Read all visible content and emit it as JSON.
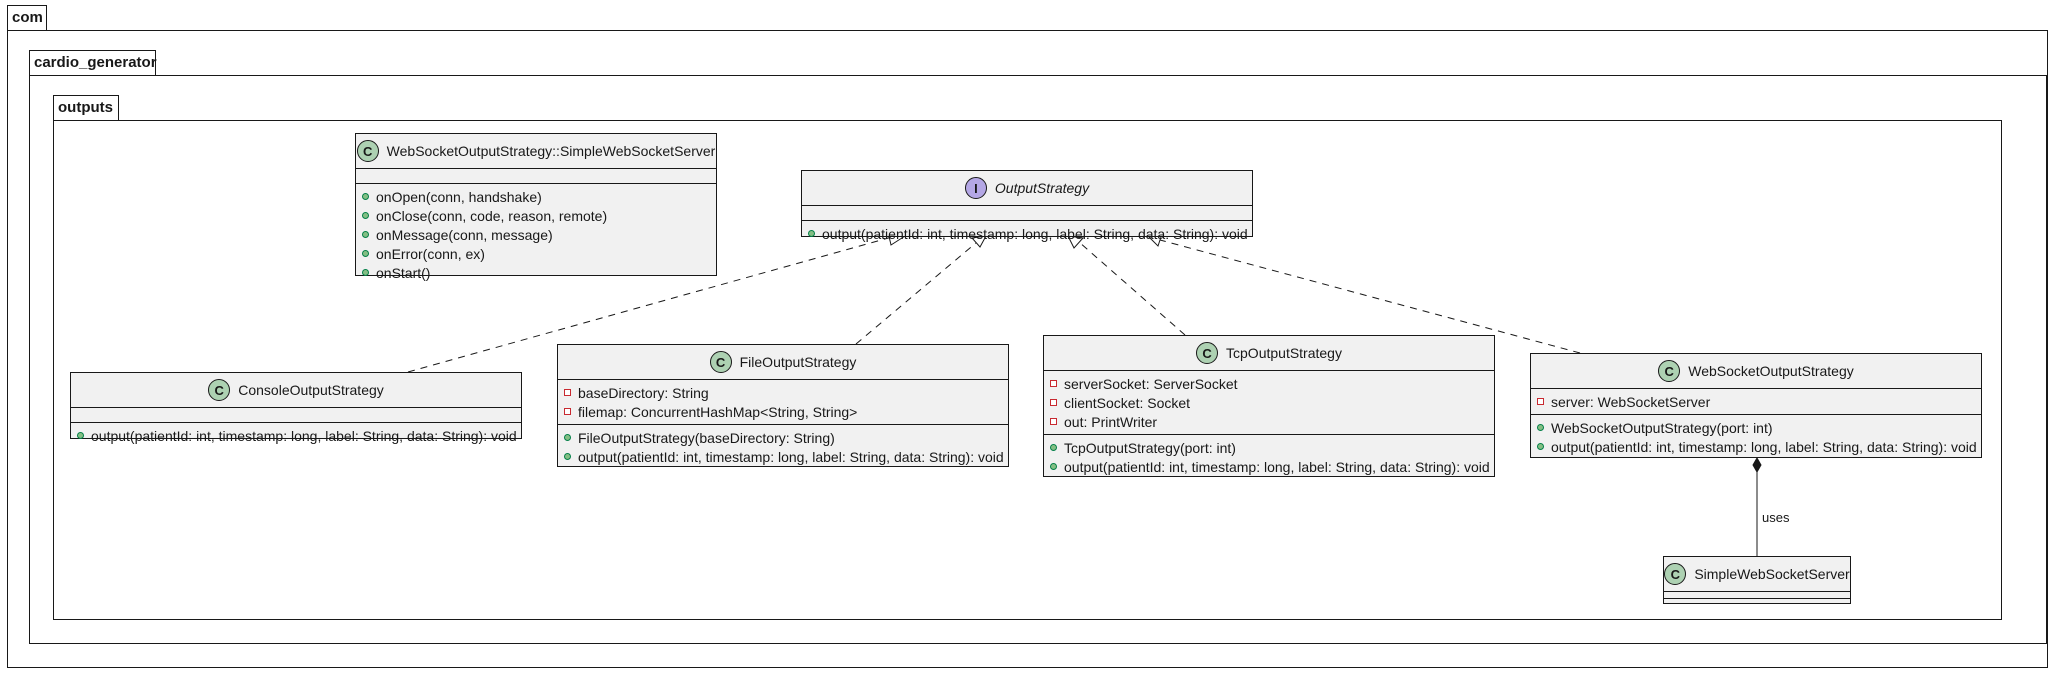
{
  "packages": {
    "com": "com",
    "cardio_generator": "cardio_generator",
    "outputs": "outputs"
  },
  "colors": {
    "class_badge": "#add1b2",
    "interface_badge": "#b4a7e5",
    "box_fill": "#f1f1f1",
    "public_marker": "#84be84",
    "private_marker": "#c82930"
  },
  "classes": {
    "simple_ws_inner": {
      "badge": "C",
      "name": "WebSocketOutputStrategy::SimpleWebSocketServer",
      "methods": [
        "onOpen(conn, handshake)",
        "onClose(conn, code, reason, remote)",
        "onMessage(conn, message)",
        "onError(conn, ex)",
        "onStart()"
      ]
    },
    "output_strategy": {
      "badge": "I",
      "name": "OutputStrategy",
      "methods": [
        "output(patientId: int, timestamp: long, label: String, data: String): void"
      ]
    },
    "console": {
      "badge": "C",
      "name": "ConsoleOutputStrategy",
      "methods": [
        "output(patientId: int, timestamp: long, label: String, data: String): void"
      ]
    },
    "file": {
      "badge": "C",
      "name": "FileOutputStrategy",
      "fields": [
        "baseDirectory: String",
        "filemap: ConcurrentHashMap<String, String>"
      ],
      "methods": [
        "FileOutputStrategy(baseDirectory: String)",
        "output(patientId: int, timestamp: long, label: String, data: String): void"
      ]
    },
    "tcp": {
      "badge": "C",
      "name": "TcpOutputStrategy",
      "fields": [
        "serverSocket: ServerSocket",
        "clientSocket: Socket",
        "out: PrintWriter"
      ],
      "methods": [
        "TcpOutputStrategy(port: int)",
        "output(patientId: int, timestamp: long, label: String, data: String): void"
      ]
    },
    "websocket": {
      "badge": "C",
      "name": "WebSocketOutputStrategy",
      "fields": [
        "server: WebSocketServer"
      ],
      "methods": [
        "WebSocketOutputStrategy(port: int)",
        "output(patientId: int, timestamp: long, label: String, data: String): void"
      ]
    },
    "simple_ws": {
      "badge": "C",
      "name": "SimpleWebSocketServer"
    }
  },
  "relations": {
    "uses_label": "uses"
  }
}
